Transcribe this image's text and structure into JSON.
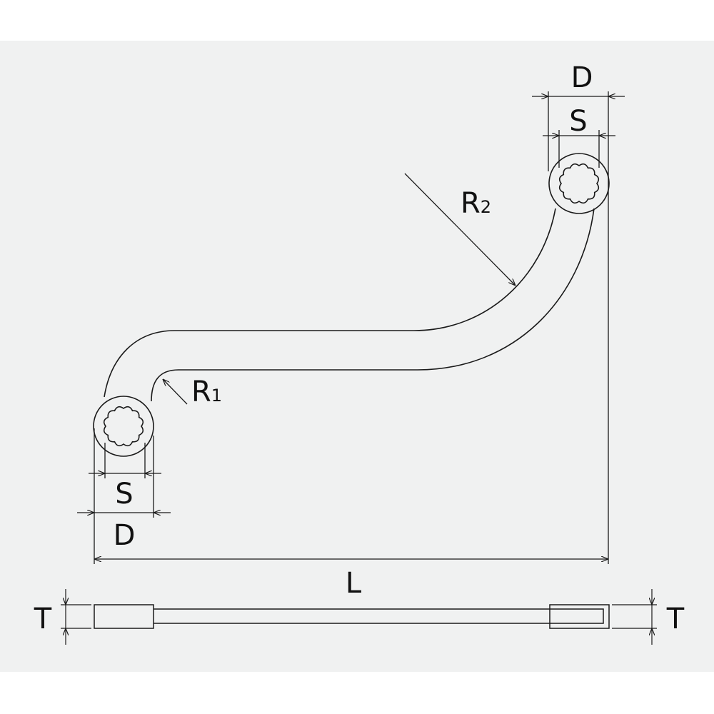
{
  "title": "S-shaped double ring offset wrench dimension diagram",
  "labels": {
    "d_top": "D",
    "s_top": "S",
    "r2": "R",
    "r2_sub": "2",
    "r1": "R",
    "r1_sub": "1",
    "s_bottom": "S",
    "d_bottom": "D",
    "length": "L",
    "t_left": "T",
    "t_right": "T"
  },
  "colors": {
    "line": "#1a1a1a",
    "background": "#f0f1f1"
  }
}
